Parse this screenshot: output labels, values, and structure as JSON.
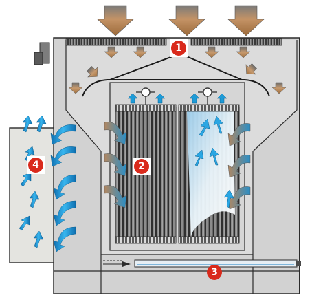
{
  "markers": [
    {
      "id": "marker-1",
      "label": "1"
    },
    {
      "id": "marker-2",
      "label": "2"
    },
    {
      "id": "marker-3",
      "label": "3"
    },
    {
      "id": "marker-4",
      "label": "4"
    }
  ],
  "colors": {
    "housing": "#d4d4d4",
    "housing_dark": "#bdbdbd",
    "outline": "#2b2b2b",
    "filter_dark": "#3d3d3d",
    "filter_light": "#8a8a8a",
    "filter_clean": "#cfe3f0",
    "airflow_warm": "#b0835e",
    "airflow_cool": "#1e9bd7",
    "airflow_mixed": "#5a8f93",
    "marker_red": "#d92a1c",
    "side_box": "#e4e4e0"
  },
  "icons": [
    "inlet-arrow-icon",
    "warm-air-arrow-icon",
    "clean-air-arrow-icon",
    "lifting-eye-icon"
  ]
}
